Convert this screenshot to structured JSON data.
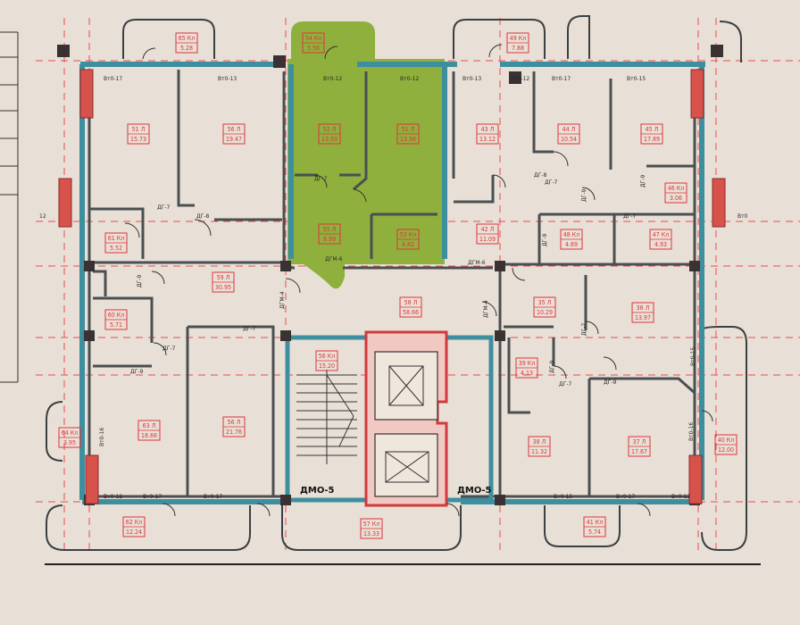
{
  "colors": {
    "background": "#e8e0d6",
    "accent_red": "#e0343c",
    "green_apartment": "#8fb03c",
    "facade_teal": "#3d8fa0",
    "wall": "#4a4f52"
  },
  "rooms": [
    {
      "code": "65 Кл",
      "area": "5.28"
    },
    {
      "code": "54 Кл",
      "area": "5.56"
    },
    {
      "code": "49 Кл",
      "area": "7.88"
    },
    {
      "code": "51 Л",
      "area": "15.73"
    },
    {
      "code": "56 Л",
      "area": "19.47"
    },
    {
      "code": "52 Л",
      "area": "13.93"
    },
    {
      "code": "51 Л",
      "area": "13.98"
    },
    {
      "code": "43 Л",
      "area": "13.12"
    },
    {
      "code": "44 Л",
      "area": "10.54"
    },
    {
      "code": "45 Л",
      "area": "17.89"
    },
    {
      "code": "46 Кл",
      "area": "3.06"
    },
    {
      "code": "61 Кл",
      "area": "5.52"
    },
    {
      "code": "55 Л",
      "area": "8.99"
    },
    {
      "code": "53 Кл",
      "area": "4.82"
    },
    {
      "code": "42 Л",
      "area": "11.09"
    },
    {
      "code": "48 Кл",
      "area": "4.69"
    },
    {
      "code": "47 Кл",
      "area": "4.93"
    },
    {
      "code": "59 Л",
      "area": "30.95"
    },
    {
      "code": "58 Л",
      "area": "58.66"
    },
    {
      "code": "35 Л",
      "area": "10.29"
    },
    {
      "code": "36 Л",
      "area": "13.97"
    },
    {
      "code": "60 Кл",
      "area": "5.71"
    },
    {
      "code": "56 Кл",
      "area": "15.20"
    },
    {
      "code": "39 Кл",
      "area": "4.13"
    },
    {
      "code": "64 Кл",
      "area": "3.95"
    },
    {
      "code": "63 Л",
      "area": "18.66"
    },
    {
      "code": "56 Л",
      "area": "21.76"
    },
    {
      "code": "38 Л",
      "area": "11.32"
    },
    {
      "code": "37 Л",
      "area": "17.67"
    },
    {
      "code": "40 Кл",
      "area": "12.00"
    },
    {
      "code": "62 Кл",
      "area": "12.24"
    },
    {
      "code": "57 Кл",
      "area": "13.33"
    },
    {
      "code": "41 Кл",
      "area": "5.74"
    }
  ],
  "window_labels": {
    "w1": "Вт0-17",
    "w2": "Вт0-13",
    "w3": "Вт0-12",
    "w4": "Вт0-12",
    "w5": "Вт0-13",
    "w6": "Вт0-12",
    "w7": "Вт0-17",
    "w8": "Вт0-15",
    "w9": "Вт0-16",
    "w10": "Вт0-12",
    "w11": "Вт0-17",
    "w12": "Вт0-17",
    "w13": "Вт0-15",
    "w14": "Вт0-17",
    "w15": "Вт0-12",
    "w16": "Вт0-15",
    "w17": "Вт0-16",
    "w18": "Вт0"
  },
  "door_labels": {
    "d1": "ДГ-7",
    "d2": "ДГ-8",
    "d3": "ДГ-7",
    "d4": "ДГ-8",
    "d5": "ДГ-9",
    "d6": "ДГ-7",
    "d7": "ДГ-9",
    "d8": "ДГ-7",
    "d9": "ДГ-7",
    "d10": "ДГ-9",
    "d11": "ДГ-9",
    "d12": "ДГ-7",
    "d13": "ДГ-9",
    "d14": "ДГ-7",
    "d15": "ДГ-9",
    "d16": "ДГ-9",
    "d17": "ДГМ-6",
    "d18": "ДГМ-6",
    "d19": "ДГМ-4",
    "d20": "ДГМ-4",
    "d21": "ДГ-7"
  },
  "entrance_labels": {
    "left": "ДМО-5",
    "right": "ДМО-5"
  },
  "axis_labels": {
    "left": "12"
  }
}
